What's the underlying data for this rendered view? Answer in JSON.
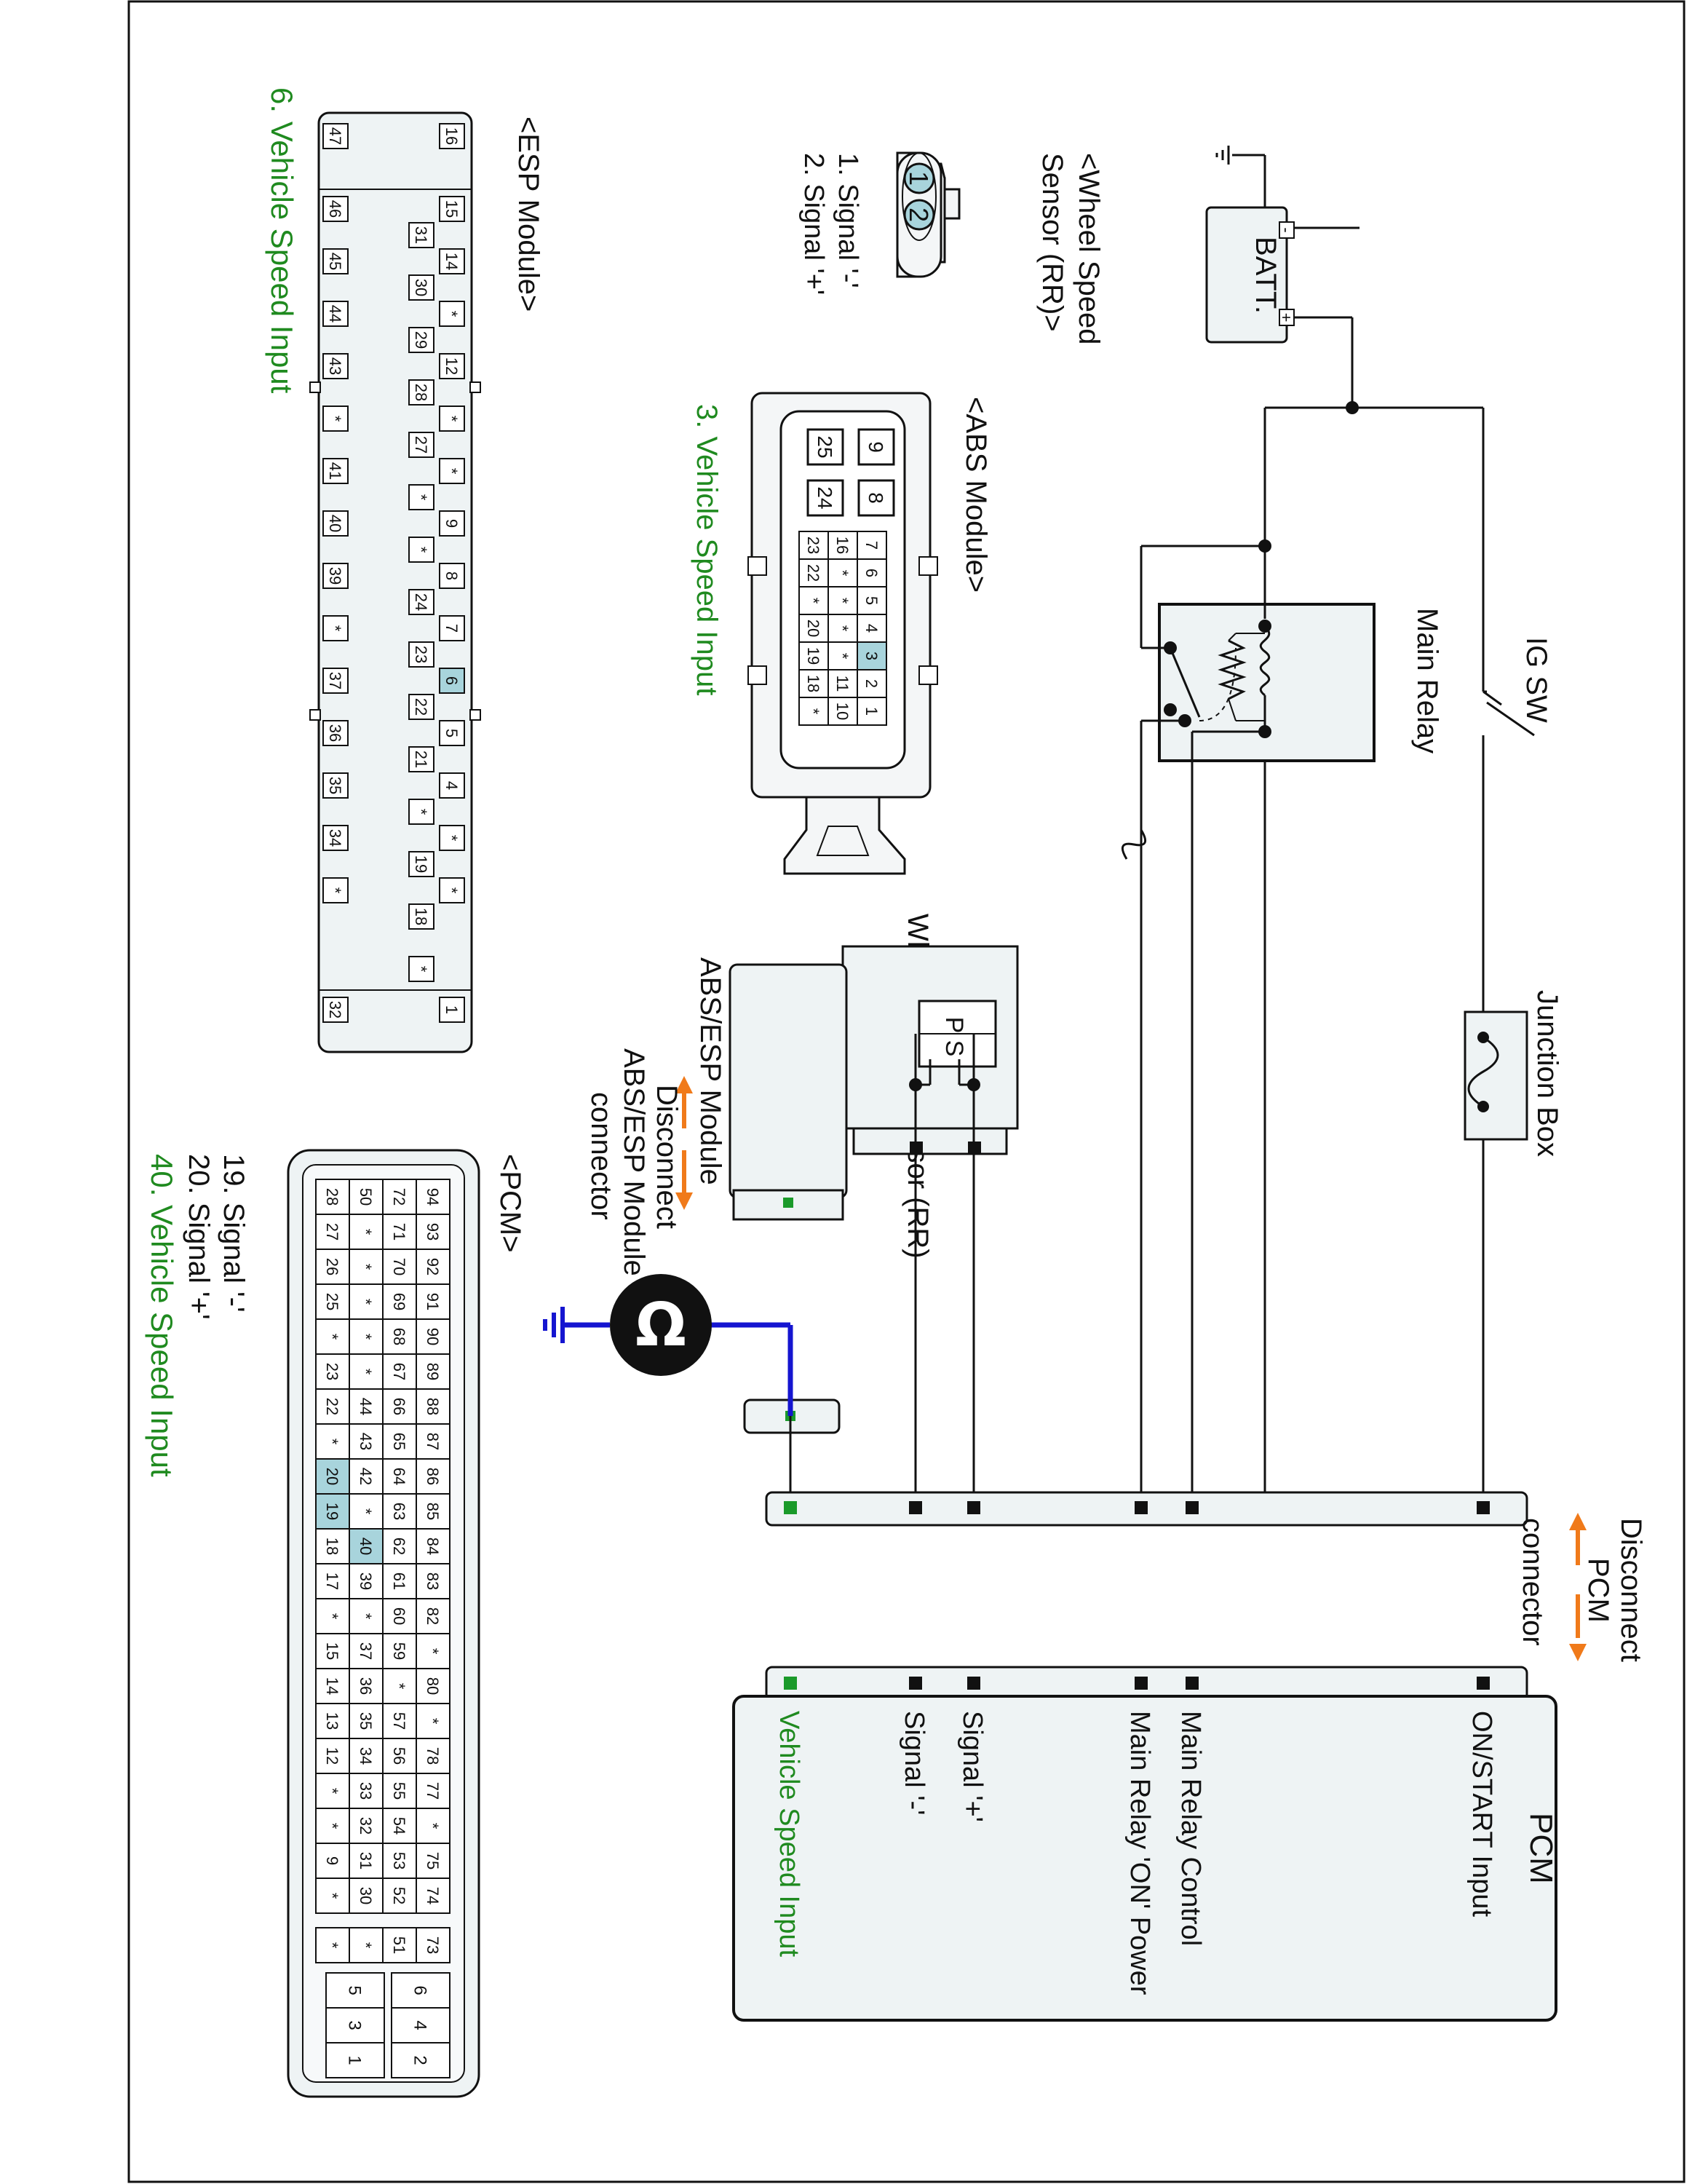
{
  "colors": {
    "green_text": "#1f8a1f",
    "highlight": "#a8d4dc",
    "harness": "#1515d0",
    "orange_arrow": "#f07a1a",
    "green_terminal": "#1a9a2a",
    "panel_fill": "#eef3f4"
  },
  "labels": {
    "batt": "BATT.",
    "batt_minus": "-",
    "batt_plus": "+",
    "ig_sw": "IG SW",
    "main_relay": "Main Relay",
    "junction_box": "Junction Box",
    "wss_title": "Wheel Speed Sensor (RR)",
    "wss_p": "P",
    "wss_s": "S",
    "abs_esp_module": "ABS/ESP Module",
    "disconnect_abs_1": "Disconnect",
    "disconnect_abs_2": "ABS/ESP Module",
    "disconnect_abs_3": "connector",
    "disconnect_pcm_1": "Disconnect",
    "disconnect_pcm_2": "PCM",
    "disconnect_pcm_3": "connector",
    "ohm_symbol": "Ω",
    "pcm_title": "PCM",
    "pcm_pins": [
      "ON/START Input",
      "Main Relay Control",
      "Main Relay 'ON' Power",
      "Signal '+'",
      "Signal '-'",
      "Vehicle Speed Input"
    ]
  },
  "wss_connector": {
    "title_1": "<Wheel Speed",
    "title_2": "Sensor (RR)>",
    "pin1": "1",
    "pin2": "2",
    "legend_1": "1. Signal '-'",
    "legend_2": "2. Signal '+'"
  },
  "abs_connector": {
    "title": "<ABS Module>",
    "legend": "3. Vehicle Speed Input",
    "big_pins": [
      "9",
      "8",
      "25",
      "24"
    ],
    "row1": [
      "7",
      "6",
      "5",
      "4",
      "3",
      "2",
      "1"
    ],
    "row2": [
      "16",
      "*",
      "*",
      "*",
      "*",
      "11",
      "10"
    ],
    "row3": [
      "23",
      "22",
      "*",
      "20",
      "19",
      "18",
      "*"
    ]
  },
  "esp_connector": {
    "title": "<ESP Module>",
    "legend": "6. Vehicle Speed Input",
    "row_a": [
      "16",
      "15",
      "14",
      "*",
      "12",
      "*",
      "*",
      "9",
      "8",
      "7",
      "6",
      "5",
      "4",
      "*",
      "*",
      "1"
    ],
    "row_b": [
      "31",
      "30",
      "29",
      "28",
      "27",
      "*",
      "*",
      "24",
      "23",
      "22",
      "21",
      "*",
      "19",
      "18",
      "*"
    ],
    "row_c": [
      "47",
      "46",
      "45",
      "44",
      "43",
      "*",
      "41",
      "40",
      "39",
      "*",
      "37",
      "36",
      "35",
      "34",
      "*",
      "32"
    ]
  },
  "pcm_connector": {
    "title": "<PCM>",
    "legend_1": "19. Signal '-'",
    "legend_2": "20. Signal '+'",
    "legend_3": "40. Vehicle Speed Input",
    "row1": [
      "94",
      "93",
      "92",
      "91",
      "90",
      "89",
      "88",
      "87",
      "86",
      "85",
      "84",
      "83",
      "82",
      "*",
      "80",
      "*",
      "78",
      "77",
      "*",
      "75",
      "74",
      "73"
    ],
    "row2": [
      "72",
      "71",
      "70",
      "69",
      "68",
      "67",
      "66",
      "65",
      "64",
      "63",
      "62",
      "61",
      "60",
      "59",
      "*",
      "57",
      "56",
      "55",
      "54",
      "53",
      "52",
      "51"
    ],
    "row3": [
      "50",
      "*",
      "*",
      "*",
      "*",
      "*",
      "44",
      "43",
      "42",
      "*",
      "40",
      "39",
      "*",
      "37",
      "36",
      "35",
      "34",
      "33",
      "32",
      "31",
      "30",
      "*"
    ],
    "row4": [
      "28",
      "27",
      "26",
      "25",
      "*",
      "23",
      "22",
      "*",
      "20",
      "19",
      "18",
      "17",
      "*",
      "15",
      "14",
      "13",
      "12",
      "*",
      "*",
      "9",
      "*",
      "*"
    ],
    "power_row1": [
      "6",
      "5"
    ],
    "power_row2": [
      "4",
      "3"
    ],
    "power_row3": [
      "2",
      "1"
    ]
  }
}
